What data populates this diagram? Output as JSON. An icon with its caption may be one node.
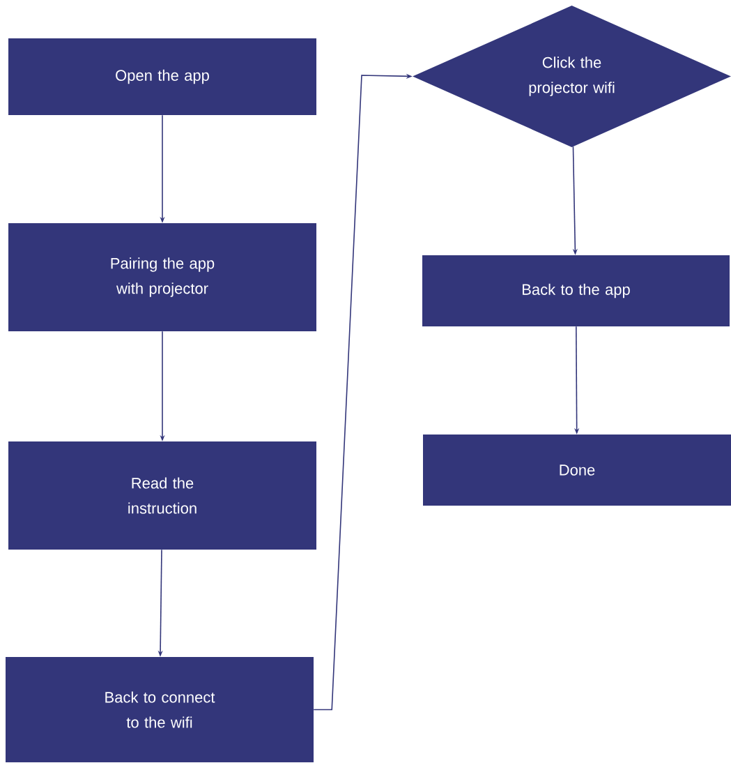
{
  "diagram": {
    "nodes": [
      {
        "text": [
          "Open the app"
        ]
      },
      {
        "text": [
          "Pairing the app with projector"
        ]
      },
      {
        "text": [
          "Read the instruction"
        ]
      },
      {
        "text": [
          "Back to connect to the wifi"
        ]
      },
      {
        "text": [
          "Click the projector wifi"
        ]
      },
      {
        "text": [
          "Back to the app"
        ]
      },
      {
        "text": [
          "Done"
        ]
      }
    ],
    "edges": [
      {
        "from": 0,
        "to": 1,
        "arrow": "to"
      },
      {
        "from": 1,
        "to": 2,
        "arrow": "to"
      },
      {
        "from": 2,
        "to": 3,
        "arrow": "to"
      },
      {
        "from": 3,
        "to": 4,
        "arrow": "to"
      },
      {
        "from": 4,
        "to": 5,
        "arrow": "to"
      },
      {
        "from": 5,
        "to": 6,
        "arrow": "to"
      }
    ]
  }
}
